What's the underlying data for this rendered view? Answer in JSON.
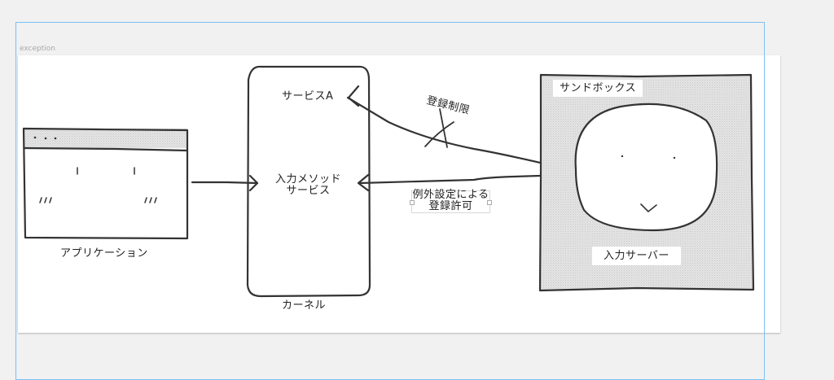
{
  "frame": {
    "label": "exception",
    "selection_color": "#7cc0f5"
  },
  "diagram": {
    "application": {
      "label": "アプリケーション",
      "titlebar_dots": 3
    },
    "kernel": {
      "label": "カーネル",
      "service_a": "サービスA",
      "input_method_service_line1": "入力メソッド",
      "input_method_service_line2": "サービス"
    },
    "sandbox": {
      "label": "サンドボックス",
      "server_label": "入力サーバー"
    },
    "arrows": {
      "blocked_label": "登録制限",
      "allowed_label_line1": "例外設定による",
      "allowed_label_line2": "登録許可"
    },
    "colors": {
      "stroke": "#333333",
      "hatch": "#d9d9d9",
      "canvas": "#ffffff",
      "background": "#f1f1f1"
    }
  }
}
